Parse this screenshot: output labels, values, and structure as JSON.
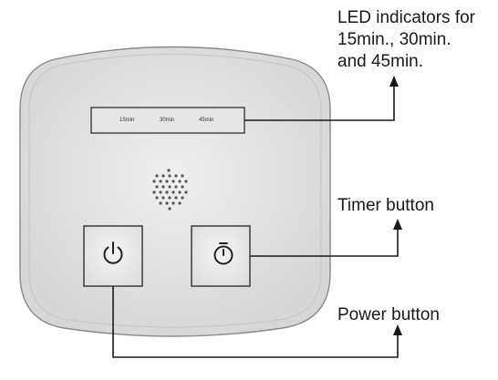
{
  "callouts": {
    "led_indicators": [
      "LED indicators for",
      "15min., 30min.",
      "and 45min."
    ],
    "timer_button": "Timer button",
    "power_button": "Power button"
  },
  "led_labels": [
    "15min",
    "30min",
    "45min"
  ],
  "icons": {
    "power": "power-icon",
    "timer": "stopwatch-icon",
    "speaker": "speaker-grille-icon"
  },
  "colors": {
    "device_body": "#dcdcdc",
    "device_outline": "#8a8a8a",
    "line": "#1a1a1a",
    "text": "#1a1a1a"
  }
}
